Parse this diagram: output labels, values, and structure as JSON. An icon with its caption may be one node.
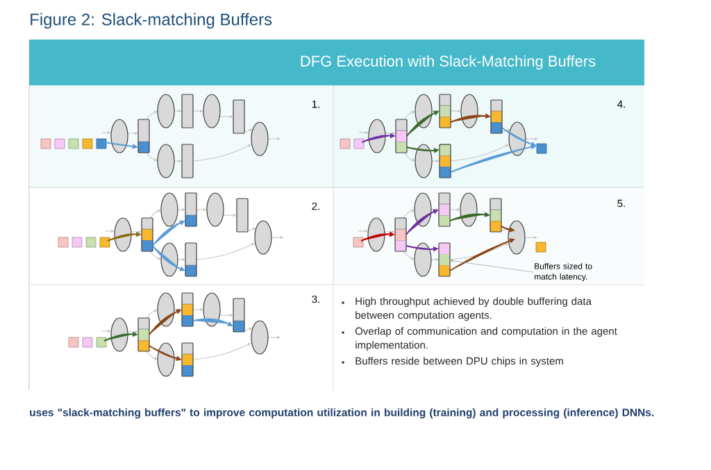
{
  "diagram": {
    "title": "Figure 2: Slack-matching Buffers",
    "caption": "uses \"slack-matching buffers\" to improve computation utilization in building (training) and processing (inference) DNNs.",
    "nodes": [
      {
        "text": [
          "Buffers sized to match latency."
        ]
      },
      {
        "text": [],
        "shape": "bar"
      }
    ],
    "edges": [
      {
        "from": 0,
        "to": 1,
        "arrow": "to"
      }
    ],
    "labels": [
      "DFG Execution with Slack-Matching Buffers",
      "1.",
      "2.",
      "3.",
      "4.",
      "5.",
      "High throughput achieved by double buffering data between computation agents.",
      "Overlap of communication and computation in the agent implementation.",
      "Buffers reside between DPU chips in system"
    ]
  }
}
